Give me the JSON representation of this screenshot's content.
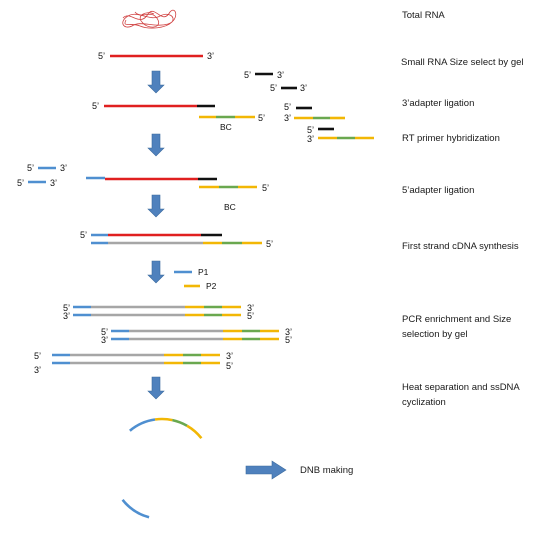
{
  "colors": {
    "rna": "#e02020",
    "adapter3": "#111111",
    "adapter5": "#4f8fd0",
    "barcode": "#6aa84f",
    "primer": "#f2b705",
    "cdna": "#a6a6a6",
    "arrow": "#4f81bd"
  },
  "labels": {
    "five_prime": "5’",
    "three_prime": "3’",
    "bc": "BC",
    "p1": "P1",
    "p2": "P2"
  },
  "steps": [
    {
      "label": "Total RNA"
    },
    {
      "label": "Small RNA Size select  by gel"
    },
    {
      "label": "3’adapter ligation"
    },
    {
      "label": "RT primer  hybridization"
    },
    {
      "label": "5’adapter ligation"
    },
    {
      "label": "First strand cDNA synthesis"
    },
    {
      "label": "PCR enrichment  and Size"
    },
    {
      "label": "selection by gel"
    },
    {
      "label": "Heat separation and ssDNA"
    },
    {
      "label": "cyclization"
    }
  ],
  "final_step": {
    "label": "DNB making"
  }
}
